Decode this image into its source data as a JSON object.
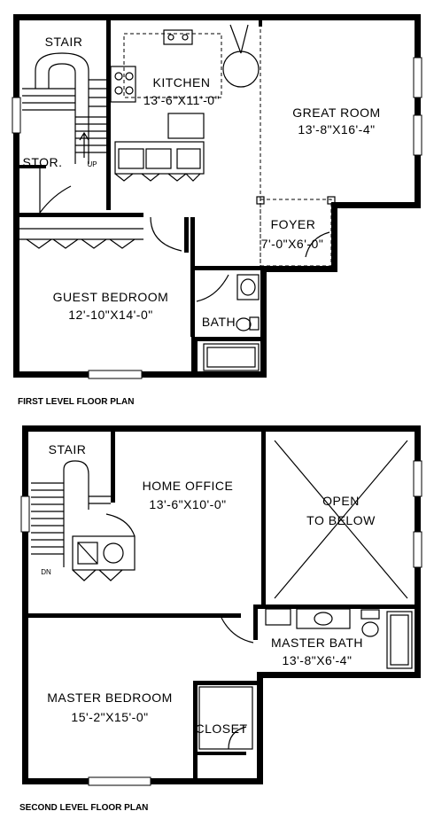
{
  "first_level": {
    "caption": "FIRST LEVEL FLOOR PLAN",
    "rooms": {
      "stair": "STAIR",
      "kitchen_name": "KITCHEN",
      "kitchen_size": "13'-6\"X11'-0\"",
      "great_room_name": "GREAT ROOM",
      "great_room_size": "13'-8\"X16'-4\"",
      "storage": "STOR.",
      "up": "UP",
      "foyer_name": "FOYER",
      "foyer_size": "7'-0\"X6'-0\"",
      "guest_bedroom_name": "GUEST BEDROOM",
      "guest_bedroom_size": "12'-10\"X14'-0\"",
      "bath": "BATH"
    }
  },
  "second_level": {
    "caption": "SECOND LEVEL FLOOR PLAN",
    "rooms": {
      "stair": "STAIR",
      "down": "DN",
      "home_office_name": "HOME OFFICE",
      "home_office_size": "13'-6\"X10'-0\"",
      "open_line1": "OPEN",
      "open_line2": "TO BELOW",
      "master_bath_name": "MASTER BATH",
      "master_bath_size": "13'-8\"X6'-4\"",
      "master_bedroom_name": "MASTER BEDROOM",
      "master_bedroom_size": "15'-2\"X15'-0\"",
      "closet": "CLOSET"
    }
  }
}
